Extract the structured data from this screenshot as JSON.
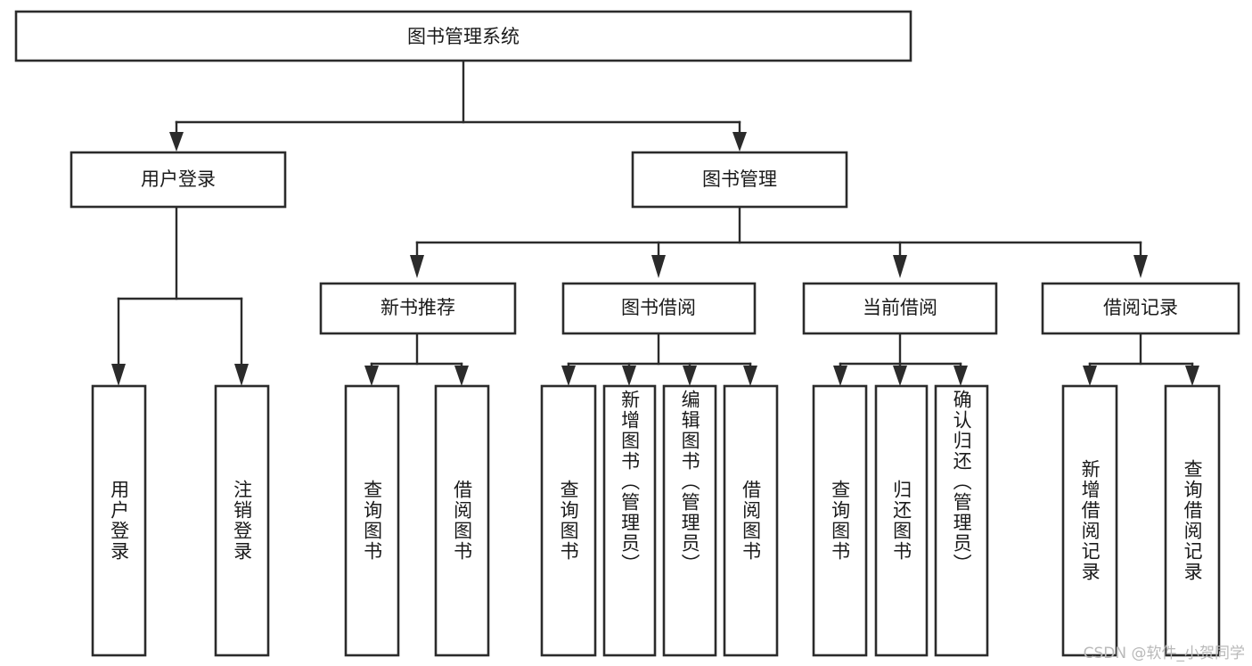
{
  "diagram": {
    "type": "tree",
    "title": "图书管理系统",
    "watermark": "CSDN @软件_小贺同学",
    "colors": {
      "box_stroke": "#2b2b2b",
      "box_fill": "#ffffff",
      "connector": "#2b2b2b",
      "text": "#1a1a1a",
      "background": "#ffffff",
      "watermark": "#b9b9b9"
    },
    "levels": {
      "level1": [
        {
          "id": "root",
          "label": "图书管理系统"
        }
      ],
      "level2": [
        {
          "id": "user-login",
          "label": "用户登录",
          "parent": "root"
        },
        {
          "id": "book-management",
          "label": "图书管理",
          "parent": "root"
        }
      ],
      "level3": [
        {
          "id": "new-book-recommend",
          "label": "新书推荐",
          "parent": "book-management"
        },
        {
          "id": "book-borrow",
          "label": "图书借阅",
          "parent": "book-management"
        },
        {
          "id": "current-borrow",
          "label": "当前借阅",
          "parent": "book-management"
        },
        {
          "id": "borrow-record",
          "label": "借阅记录",
          "parent": "book-management"
        }
      ],
      "leaves": [
        {
          "id": "leaf-user-login",
          "label": "用户登录",
          "parent": "user-login"
        },
        {
          "id": "leaf-logout-login",
          "label": "注销登录",
          "parent": "user-login"
        },
        {
          "id": "leaf-query-book-1",
          "label": "查询图书",
          "parent": "new-book-recommend"
        },
        {
          "id": "leaf-borrow-book-1",
          "label": "借阅图书",
          "parent": "new-book-recommend"
        },
        {
          "id": "leaf-query-book-2",
          "label": "查询图书",
          "parent": "book-borrow"
        },
        {
          "id": "leaf-add-book",
          "label": "新增图书（管理员）",
          "parent": "book-borrow"
        },
        {
          "id": "leaf-edit-book",
          "label": "编辑图书（管理员）",
          "parent": "book-borrow"
        },
        {
          "id": "leaf-borrow-book-2",
          "label": "借阅图书",
          "parent": "book-borrow"
        },
        {
          "id": "leaf-query-book-3",
          "label": "查询图书",
          "parent": "current-borrow"
        },
        {
          "id": "leaf-return-book",
          "label": "归还图书",
          "parent": "current-borrow"
        },
        {
          "id": "leaf-confirm-return",
          "label": "确认归还（管理员）",
          "parent": "current-borrow"
        },
        {
          "id": "leaf-add-record",
          "label": "新增借阅记录",
          "parent": "borrow-record"
        },
        {
          "id": "leaf-query-record",
          "label": "查询借阅记录",
          "parent": "borrow-record"
        }
      ]
    }
  }
}
